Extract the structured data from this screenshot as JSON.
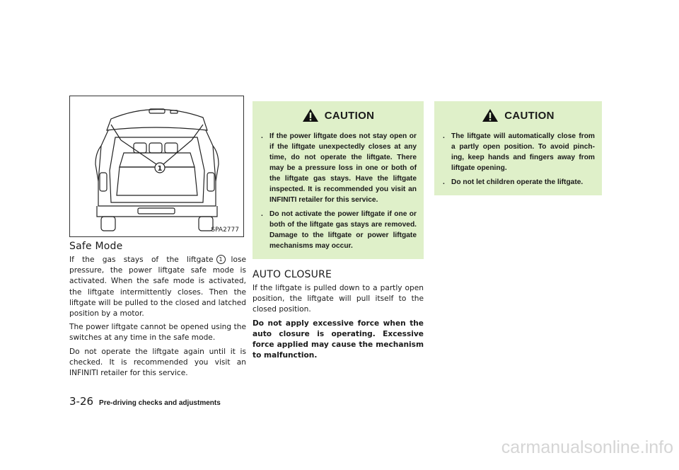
{
  "figure": {
    "code": "SPA2777",
    "callout": "1"
  },
  "left": {
    "heading": "Safe Mode",
    "p1_before": "If the gas stays of the liftgate",
    "p1_callout": "1",
    "p1_after": "lose pressure, the power liftgate safe mode is activated. When the safe mode is activated, the liftgate intermittently closes. Then the liftgate will be pulled to the closed and latched position by a motor.",
    "p2": "The power liftgate cannot be opened using the switches at any time in the safe mode.",
    "p3": "Do not operate the liftgate again until it is checked. It is recommended you visit an INFINITI retailer for this service."
  },
  "caution1": {
    "title": "CAUTION",
    "items": [
      "If the power liftgate does not stay open or if the liftgate unexpectedly closes at any time, do not operate the liftgate. There may be a pressure loss in one or both of the liftgate gas stays. Have the liftgate inspected. It is recommended you visit an INFINITI retailer for this service.",
      "Do not activate the power liftgate if one or both of the liftgate gas stays are removed. Damage to the liftgate or power liftgate mechanisms may occur."
    ]
  },
  "auto": {
    "heading": "AUTO CLOSURE",
    "p1": "If the liftgate is pulled down to a partly open position, the liftgate will pull itself to the closed position.",
    "p2": "Do not apply excessive force when the auto closure is operating. Excessive force applied may cause the mechanism to malfunction."
  },
  "caution2": {
    "title": "CAUTION",
    "items": [
      "The liftgate will automatically close from a partly open position. To avoid pinch-ing, keep hands and fingers away from liftgate opening.",
      "Do not let children operate the liftgate."
    ]
  },
  "footer": {
    "page": "3-26",
    "title": "Pre-driving checks and adjustments"
  },
  "watermark": "carmanualsonline.info"
}
